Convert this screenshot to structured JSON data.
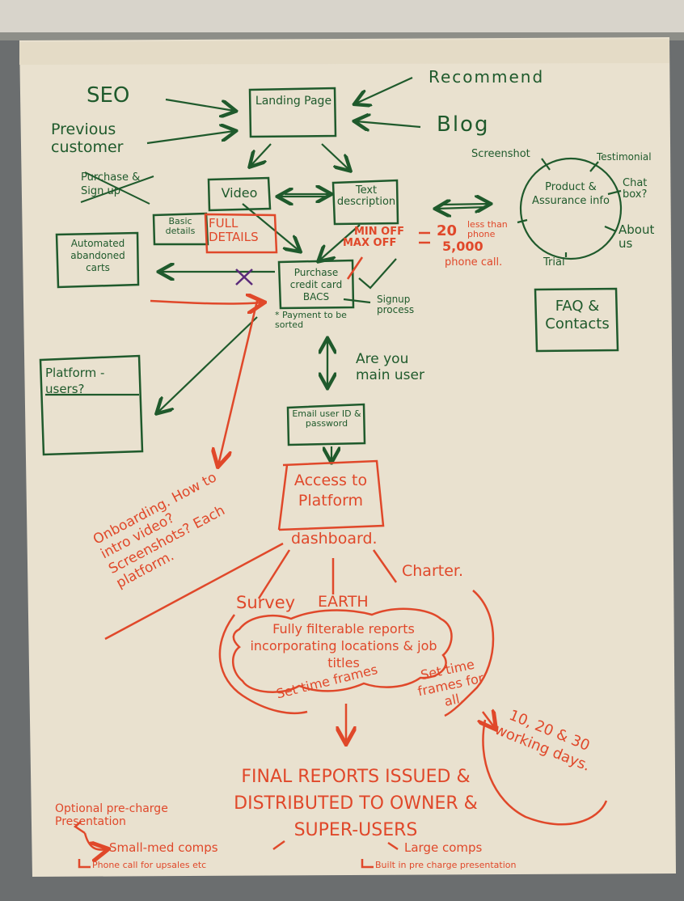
{
  "nodes": {
    "seo": "SEO",
    "previous_customer": "Previous customer",
    "recommend": "Recommend",
    "blog": "Blog",
    "landing_page": "Landing Page",
    "video": "Video",
    "text_description": "Text description",
    "purchase_struck": "Purchase & Sign up",
    "basic_details": "Basic details",
    "full_details": "FULL DETAILS",
    "automated_abandoned_carts": "Automated abandoned carts",
    "min_off": "MIN OFF",
    "max_off": "MAX OFF",
    "min_value": "20",
    "max_value": "5,000",
    "less_than_phone": "less than phone",
    "phone_call": "phone call.",
    "purchase_credit": "Purchase credit card BACS",
    "signup_process": "Signup process",
    "payment_sorted": "* Payment to be sorted",
    "product_assurance": "Product & Assurance info",
    "screenshot": "Screenshot",
    "testimonial": "Testimonial",
    "chat_box": "Chat box?",
    "about_us": "About us",
    "trial": "Trial",
    "faq": "FAQ & Contacts",
    "platform_users": "Platform - users?",
    "are_you_main_user": "Are you main user",
    "email_user_id": "Email user ID & password",
    "access_platform": "Access to Platform",
    "dashboard": "dashboard.",
    "onboarding": "Onboarding. How to intro video? Screenshots? Each platform.",
    "survey": "Survey",
    "earth": "EARTH",
    "charter": "Charter.",
    "fully_filterable": "Fully filterable reports incorporating locations & job titles",
    "set_time_frames": "Set time frames",
    "set_time_frames_all": "Set time frames for all.",
    "working_days": "10, 20 & 30 working days.",
    "final_reports": "FINAL REPORTS ISSUED & DISTRIBUTED TO OWNER & SUPER-USERS",
    "optional_precharge": "Optional pre-charge Presentation",
    "small_med": "Small-med comps",
    "phone_call_upsales": "Phone call for upsales etc",
    "large_comps": "Large comps",
    "built_in_precharge": "Built in pre charge presentation"
  },
  "colors": {
    "paper": "#e9e1cf",
    "green_ink": "#1f5a2c",
    "orange_ink": "#e0482a",
    "purple_mark": "#5a2a7a",
    "background": "#6b6e6f"
  }
}
